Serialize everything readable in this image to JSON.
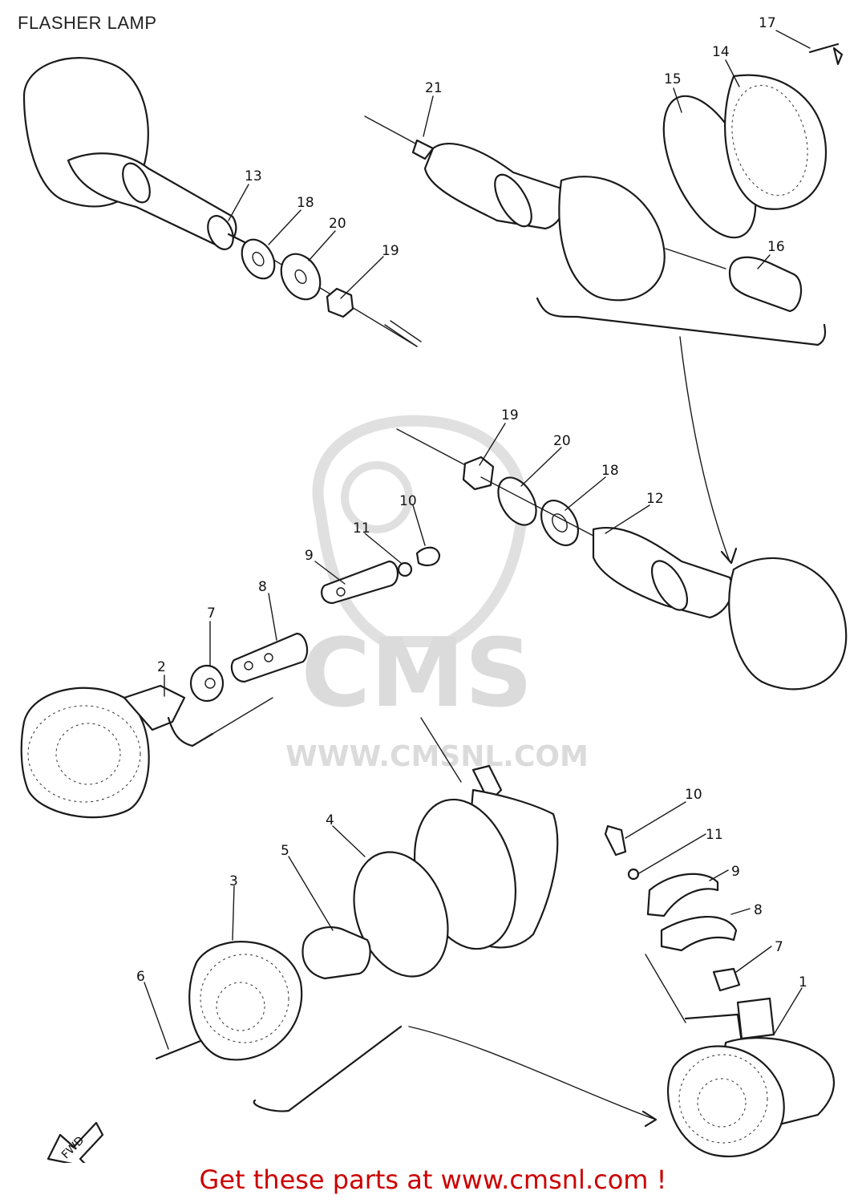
{
  "title": "FLASHER LAMP",
  "watermark": {
    "brand": "CMS",
    "url": "WWW.CMSNL.COM"
  },
  "cta": "Get these parts at www.cmsnl.com !",
  "direction_label": "FWD",
  "colors": {
    "line": "#1a1a1a",
    "watermark": "#d8d8d8",
    "cta": "#cc0000"
  },
  "callouts": {
    "n21": "21",
    "n17": "17",
    "n14": "14",
    "n15": "15",
    "n13": "13",
    "n18a": "18",
    "n20a": "20",
    "n19a": "19",
    "n16": "16",
    "n19b": "19",
    "n20b": "20",
    "n18b": "18",
    "n12": "12",
    "n10a": "10",
    "n11a": "11",
    "n9a": "9",
    "n8a": "8",
    "n7a": "7",
    "n2": "2",
    "n4": "4",
    "n5": "5",
    "n3": "3",
    "n6": "6",
    "n10b": "10",
    "n11b": "11",
    "n9b": "9",
    "n8b": "8",
    "n7b": "7",
    "n1": "1"
  }
}
